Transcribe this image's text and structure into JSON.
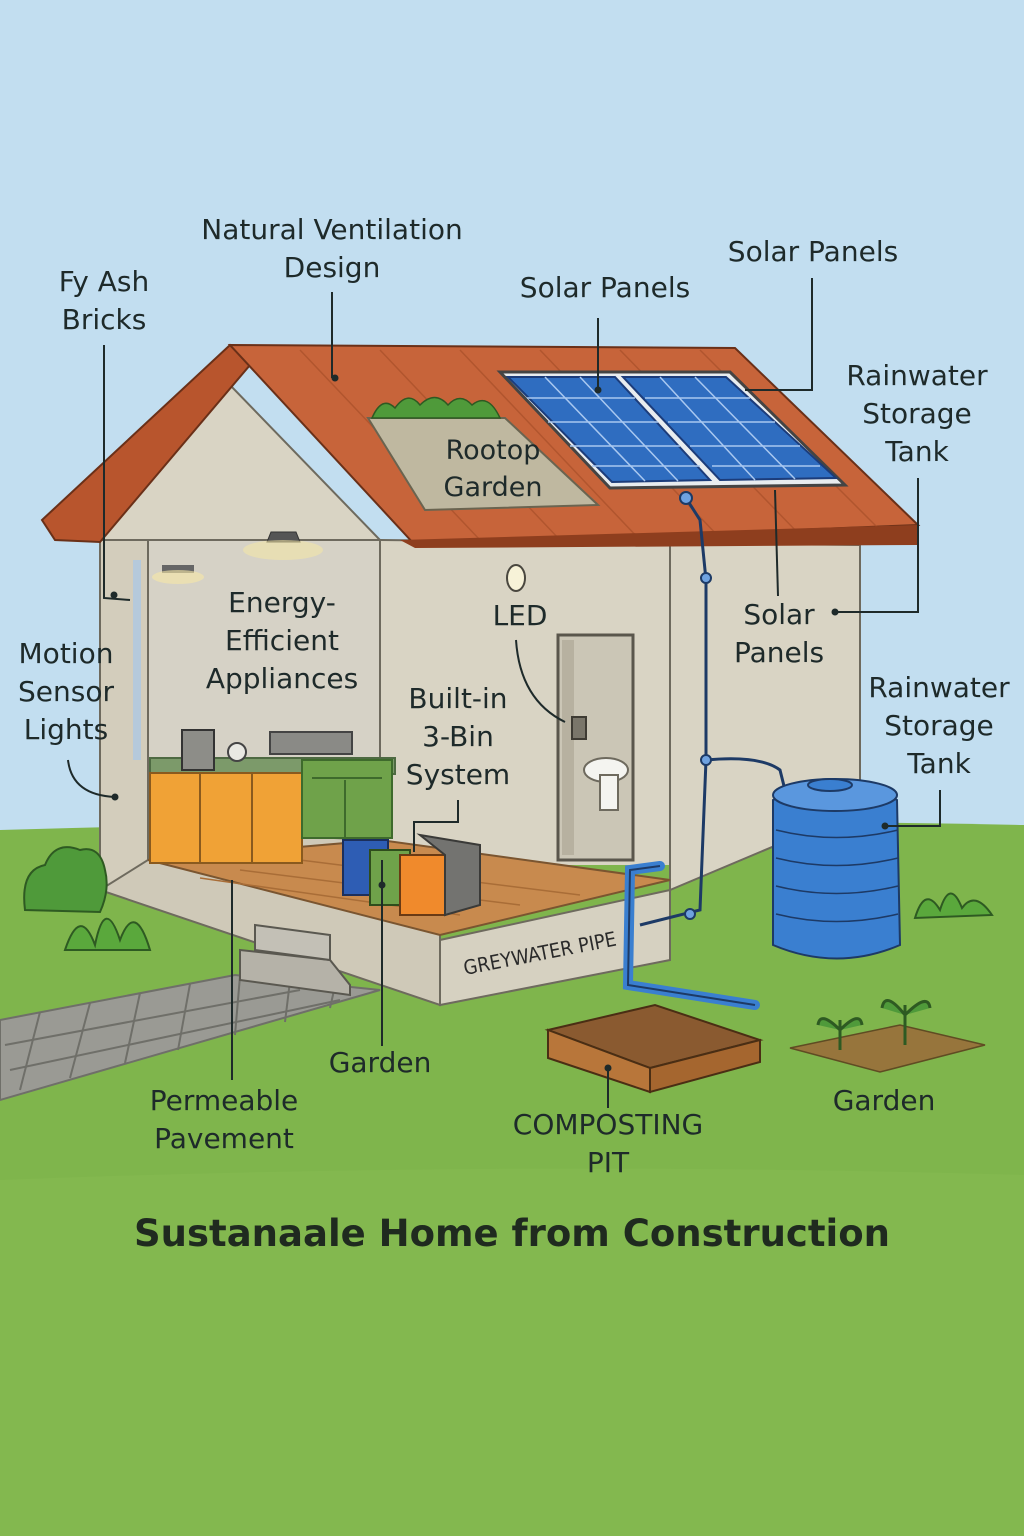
{
  "title": "Sustanaale Home from Construction",
  "labels": {
    "natural_ventilation": [
      "Natural Ventilation",
      "Design"
    ],
    "fly_ash_bricks": [
      "Fy Ash",
      "Bricks"
    ],
    "solar_panels_top": [
      "Solar Panels"
    ],
    "solar_panels_roof": [
      "Solar Panels"
    ],
    "rainwater_tank_upper": [
      "Rainwater",
      "Storage",
      "Tank"
    ],
    "rooftop_garden": [
      "Rootop",
      "Garden"
    ],
    "energy_efficient": [
      "Energy-",
      "Efficient",
      "Appliances"
    ],
    "led": [
      "LED"
    ],
    "solar_panels_wall": [
      "Solar",
      "Panels"
    ],
    "motion_sensor": [
      "Motion",
      "Sensor",
      "Lights"
    ],
    "built_in_bin": [
      "Built-in",
      "3-Bin",
      "System"
    ],
    "rainwater_tank_lower": [
      "Rainwater",
      "Storage",
      "Tank"
    ],
    "greywater_pipe": "GREYWATER PIPE",
    "garden_center": [
      "Garden"
    ],
    "permeable_pavement": [
      "Permeable",
      "Pavement"
    ],
    "composting_pit": [
      "COMPOSTING",
      "PIT"
    ],
    "garden_right": [
      "Garden"
    ]
  },
  "colors": {
    "sky": "#c2def0",
    "grass": "#7fb54c",
    "roof": "#c7643a",
    "wall": "#d9d4c4",
    "solar_panel": "#2f6dc0",
    "water_tank": "#3a7fd0",
    "cabinet_orange": "#f0a236",
    "cabinet_green": "#6fa24a",
    "text": "#1e2a2a"
  }
}
